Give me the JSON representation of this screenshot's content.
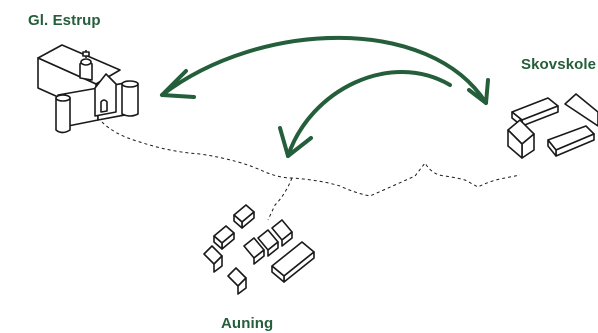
{
  "colors": {
    "accent": "#245e3a",
    "ink": "#1a1a1a"
  },
  "places": {
    "estrup": {
      "name": "Gl. Estrup",
      "icon": "castle-icon"
    },
    "skovskole": {
      "name": "Skovskole",
      "icon": "school-buildings-icon"
    },
    "auning": {
      "name": "Auning",
      "icon": "town-buildings-icon"
    }
  },
  "connections": [
    {
      "from": "Gl. Estrup",
      "to": "Skovskole",
      "kind": "two-way arrow"
    },
    {
      "from": "Skovskole",
      "to": "Auning",
      "kind": "one-way arrow"
    }
  ],
  "route": {
    "style": "dashed path"
  }
}
